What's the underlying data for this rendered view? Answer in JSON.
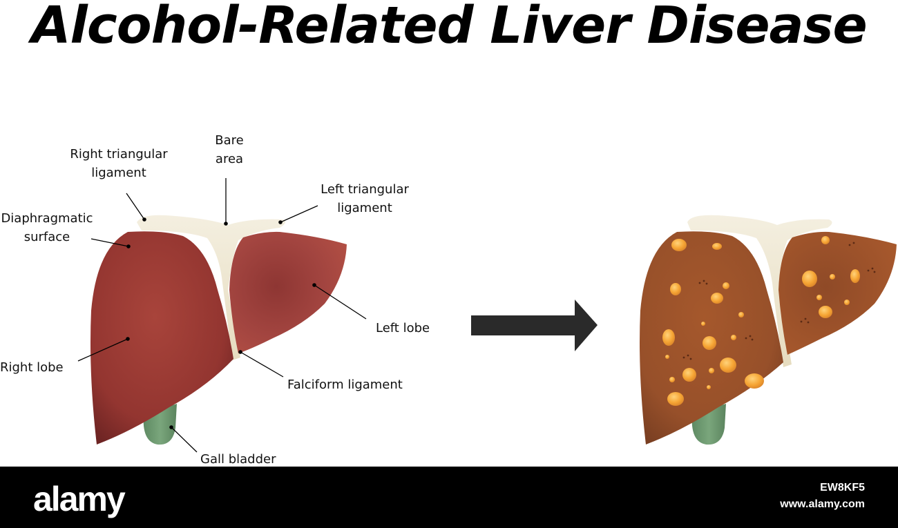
{
  "title": "Alcohol-Related Liver Disease",
  "labels": {
    "right_triangular_1": "Right triangular",
    "right_triangular_2": "ligament",
    "bare_1": "Bare",
    "bare_2": "area",
    "left_triangular_1": "Left triangular",
    "left_triangular_2": "ligament",
    "diaphragmatic_1": "Diaphragmatic",
    "diaphragmatic_2": "surface",
    "left_lobe": "Left lobe",
    "right_lobe": "Right lobe",
    "falciform": "Falciform ligament",
    "gall_bladder": "Gall bladder"
  },
  "footer": {
    "brand": "alamy",
    "image_code": "EW8KF5",
    "url": "www.alamy.com"
  },
  "colors": {
    "healthy_liver": "#9e3a32",
    "diseased_liver": "#9c5128",
    "fat_deposit": "#f6a534",
    "ligament": "#efe8d2",
    "gall_bladder": "#6e9a72",
    "arrow": "#2a2a2a"
  }
}
